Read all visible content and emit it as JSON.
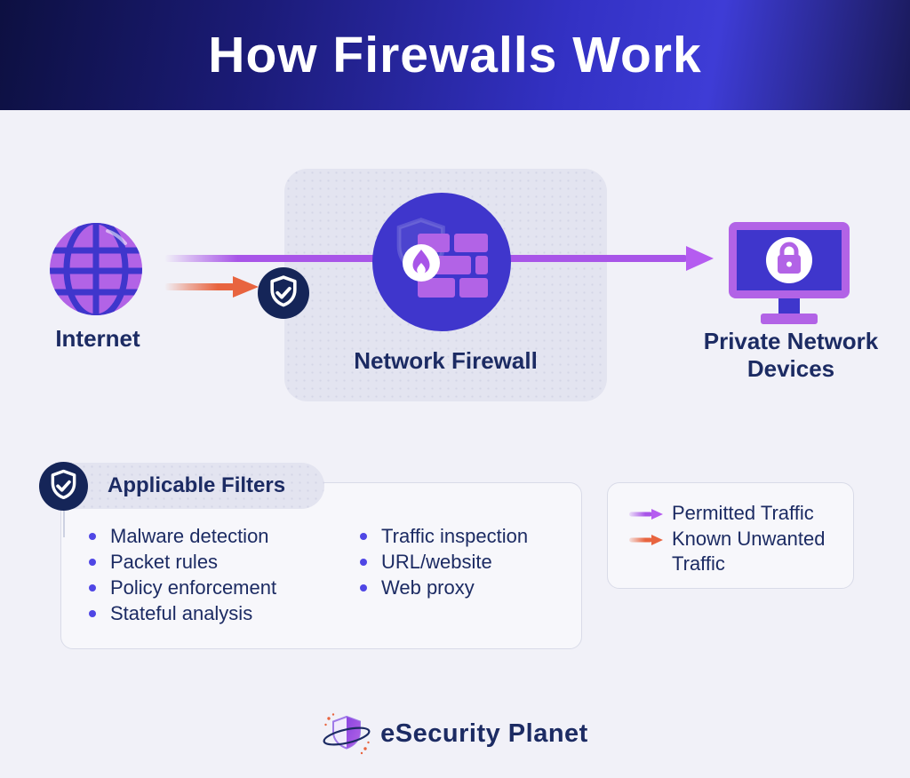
{
  "header": {
    "title": "How Firewalls Work"
  },
  "diagram": {
    "internet_label": "Internet",
    "firewall_label": "Network Firewall",
    "devices_label": "Private Network Devices"
  },
  "filters": {
    "heading": "Applicable Filters",
    "left": [
      "Malware detection",
      "Packet rules",
      "Policy enforcement",
      "Stateful analysis"
    ],
    "right": [
      "Traffic inspection",
      "URL/website",
      "Web proxy"
    ]
  },
  "legend": {
    "permitted": "Permitted Traffic",
    "unwanted": "Known Unwanted Traffic"
  },
  "footer": {
    "brand": "eSecurity Planet"
  },
  "icons": [
    "globe-icon",
    "firewall-brick-shield-flame-icon",
    "shield-check-badge-icon",
    "monitor-lock-icon",
    "permitted-arrow-icon",
    "unwanted-arrow-icon",
    "brand-shield-orbit-icon"
  ],
  "colors": {
    "page_bg": "#f1f1f8",
    "header_gradient": [
      "#0d1041",
      "#1b1b77",
      "#3331c4",
      "#3e3cd6",
      "#191957"
    ],
    "navy": "#1c2b63",
    "badge_navy": "#152558",
    "icon_purple": "#b263e6",
    "icon_blue": "#3f36cc",
    "arrow_purple": "#a855e8",
    "arrow_orange": "#e8643f",
    "panel_gray": "#e3e4f0",
    "card_border": "#d9dbe8",
    "bullet": "#4f46e5"
  }
}
